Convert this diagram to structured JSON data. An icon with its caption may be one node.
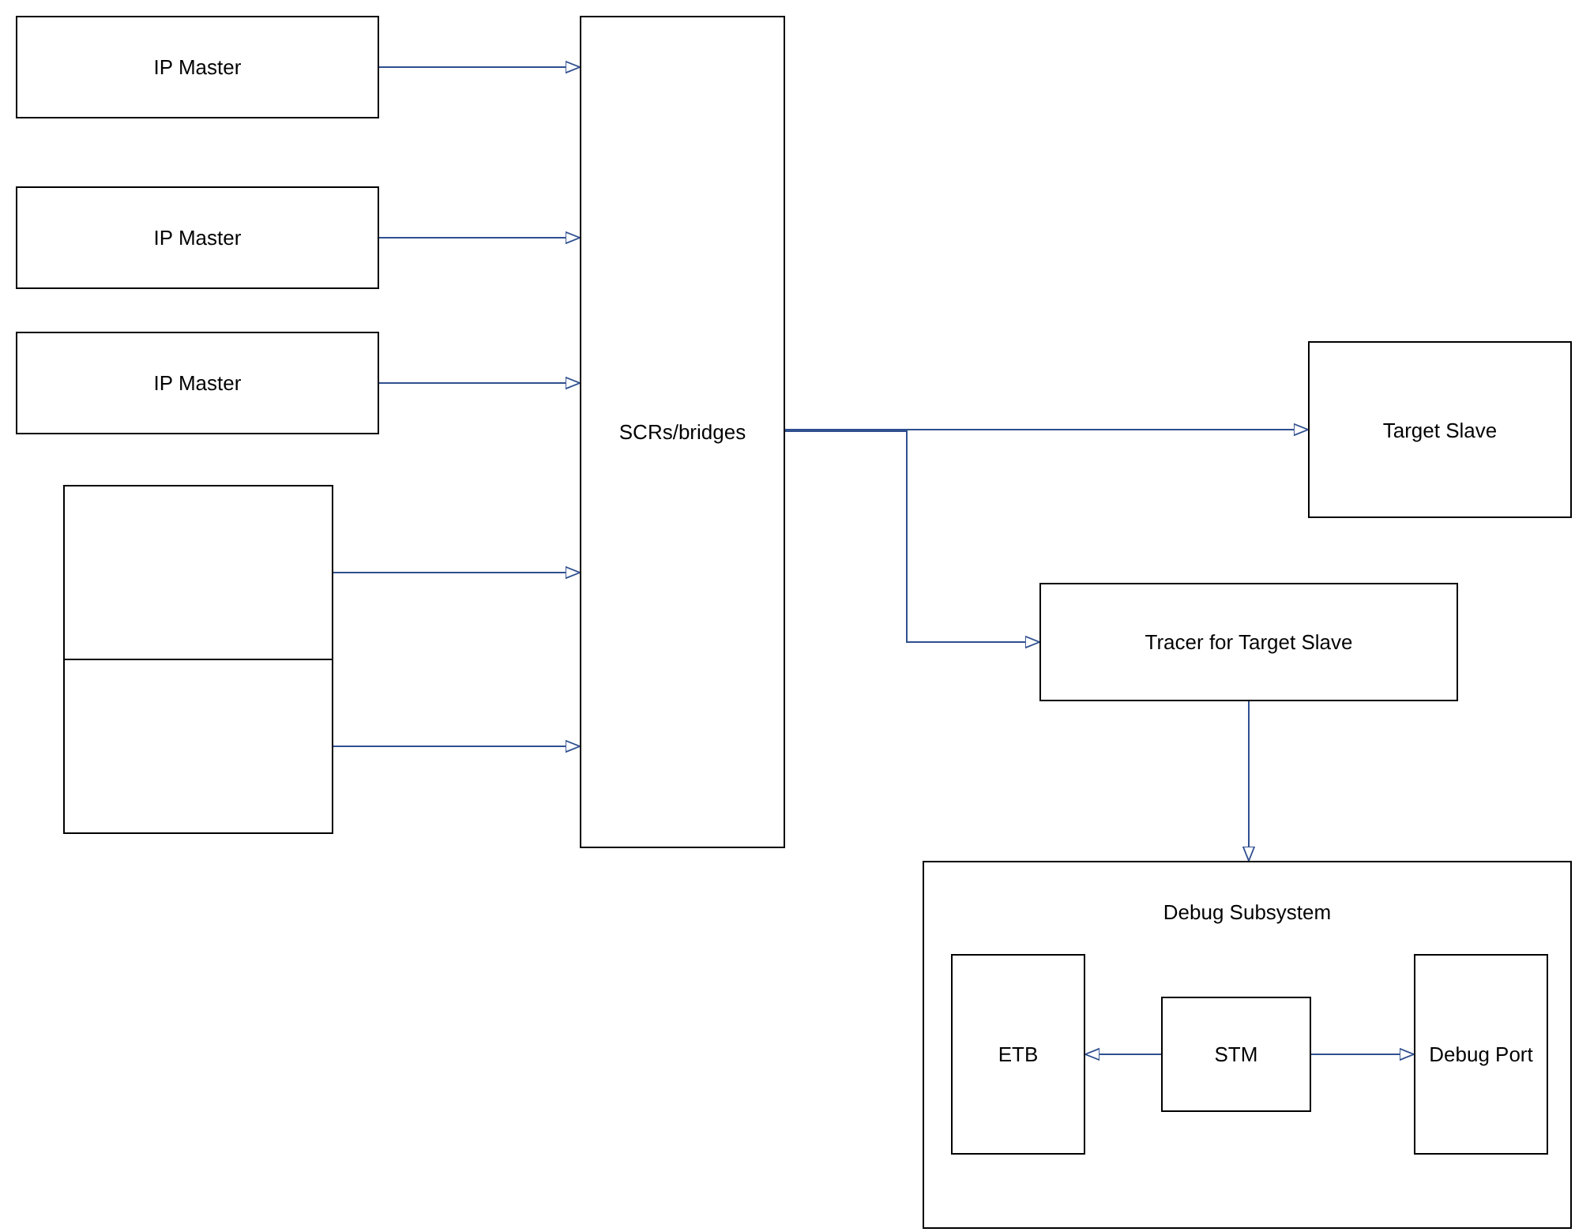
{
  "diagram": {
    "nodes": [
      {
        "text": [
          "IP Master"
        ]
      },
      {
        "text": [
          "IP Master"
        ]
      },
      {
        "text": [
          "IP Master"
        ]
      },
      {
        "text": [],
        "shape": "box"
      },
      {
        "text": [],
        "shape": "box"
      },
      {
        "text": [
          "SCRs/bridges"
        ]
      },
      {
        "text": [
          "Target Slave"
        ]
      },
      {
        "text": [
          "Tracer for Target Slave"
        ]
      },
      {
        "text": [
          "Debug Subsystem"
        ]
      },
      {
        "text": [
          "ETB"
        ],
        "in": 8
      },
      {
        "text": [
          "STM"
        ],
        "in": 8
      },
      {
        "text": [
          "Debug Port"
        ],
        "in": 8
      }
    ],
    "edges": [
      {
        "from": 0,
        "to": 5,
        "arrow": "to"
      },
      {
        "from": 1,
        "to": 5,
        "arrow": "to"
      },
      {
        "from": 2,
        "to": 5,
        "arrow": "to"
      },
      {
        "from": 3,
        "to": 5,
        "arrow": "to"
      },
      {
        "from": 4,
        "to": 5,
        "arrow": "to"
      },
      {
        "from": 5,
        "to": 6,
        "arrow": "to"
      },
      {
        "from": 5,
        "to": 7,
        "arrow": "to"
      },
      {
        "from": 7,
        "to": 8,
        "arrow": "to"
      },
      {
        "from": 10,
        "to": 9,
        "arrow": "to"
      },
      {
        "from": 10,
        "to": 11,
        "arrow": "to"
      }
    ]
  }
}
